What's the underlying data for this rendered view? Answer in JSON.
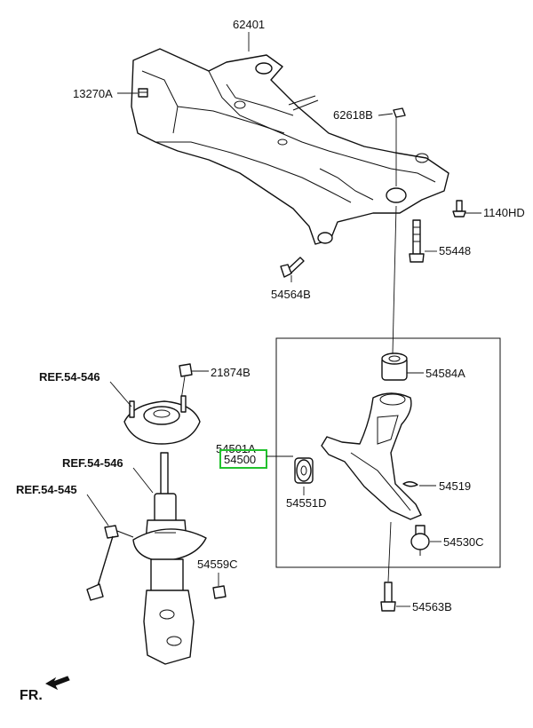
{
  "labels": {
    "subframe": "62401",
    "bolt_13270a": "13270A",
    "nut_62618b": "62618B",
    "bolt_1140hd": "1140HD",
    "bolt_55448": "55448",
    "bolt_54564b": "54564B",
    "nut_21874b": "21874B",
    "bushing_54584a": "54584A",
    "arm_54501a": "54501A",
    "arm_assy_54500": "54500",
    "clip_54519": "54519",
    "bushing_54551d": "54551D",
    "balljoint_54530c": "54530C",
    "nut_54559c": "54559C",
    "bolt_54563b": "54563B"
  },
  "refs": {
    "mount": "REF.54-546",
    "strut": "REF.54-546",
    "stabilizer_link": "REF.54-545"
  },
  "front_marker": "FR.",
  "colors": {
    "highlight": "#22c22e",
    "line": "#111111"
  }
}
